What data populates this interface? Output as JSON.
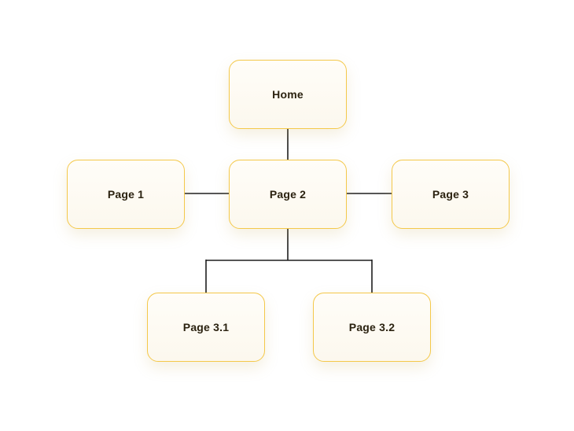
{
  "diagram": {
    "nodes": [
      {
        "id": "home",
        "label": "Home"
      },
      {
        "id": "page1",
        "label": "Page 1"
      },
      {
        "id": "page2",
        "label": "Page 2"
      },
      {
        "id": "page3",
        "label": "Page 3"
      },
      {
        "id": "page31",
        "label": "Page 3.1"
      },
      {
        "id": "page32",
        "label": "Page 3.2"
      }
    ],
    "edges": [
      {
        "from": "home",
        "to": "page2"
      },
      {
        "from": "page2",
        "to": "page1"
      },
      {
        "from": "page2",
        "to": "page3"
      },
      {
        "from": "page2",
        "to": "page31"
      },
      {
        "from": "page2",
        "to": "page32"
      }
    ],
    "colors": {
      "node_border": "#f4c84a",
      "node_fill": "#fdfaf2",
      "connector": "#1e1e1e",
      "text": "#2b2210"
    }
  }
}
